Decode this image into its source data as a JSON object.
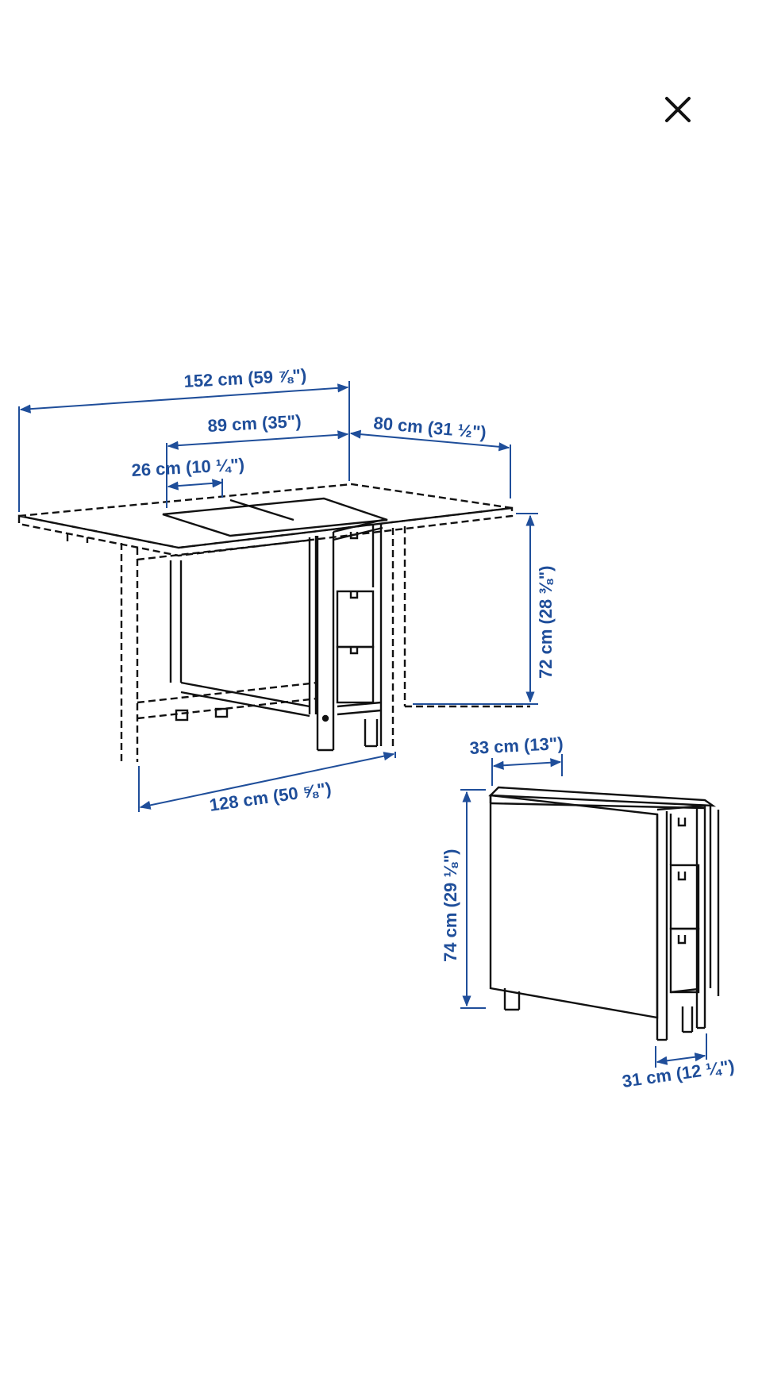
{
  "close_button": {
    "icon": "close-icon",
    "color": "#111111"
  },
  "colors": {
    "dimension": "#1f4e9a",
    "line": "#111111",
    "background": "#ffffff"
  },
  "expanded_table": {
    "width_full": "152 cm (59 ⅞\")",
    "width_one_leaf": "89 cm (35\")",
    "center_strip": "26 cm (10 ¼\")",
    "depth": "80 cm (31 ½\")",
    "height": "72 cm (28 ⅜\")",
    "leg_span": "128 cm (50 ⅝\")"
  },
  "folded_table": {
    "top_width": "33 cm (13\")",
    "height": "74 cm (29 ⅛\")",
    "base_width": "31 cm (12 ¼\")"
  }
}
